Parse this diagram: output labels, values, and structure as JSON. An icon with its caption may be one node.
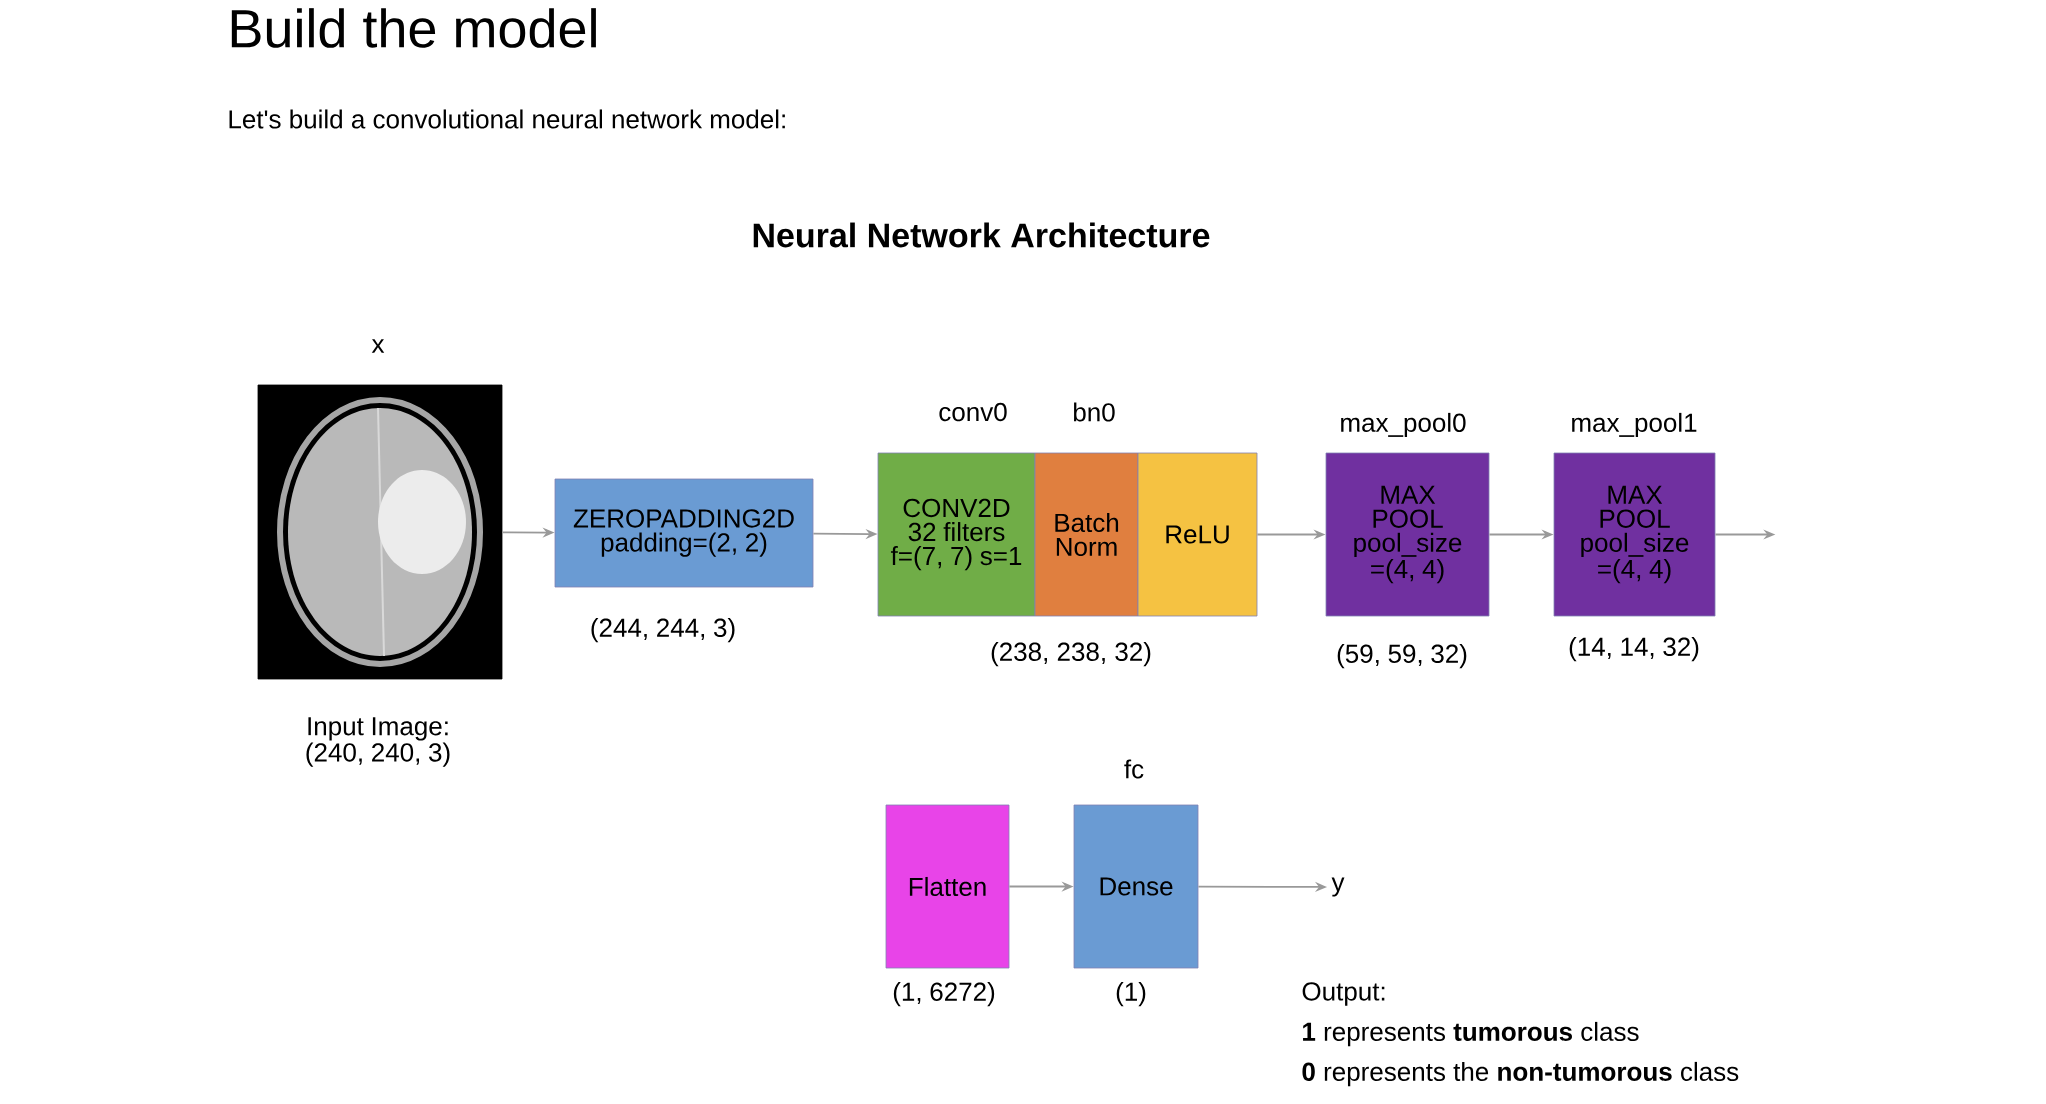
{
  "diagram": {
    "title": "Neural Network Architecture",
    "nodes": [
      {
        "text": [
          "x"
        ],
        "beside": [
          "Input Image: (240, 240, 3)"
        ]
      },
      {
        "text": [
          "ZEROPADDING2D padding=(2, 2)"
        ],
        "beside": [
          "(244, 244, 3)"
        ]
      },
      {
        "text": [
          "conv0",
          "CONV2D 32 filters f=(7, 7) s=1"
        ]
      },
      {
        "text": [
          "bn0",
          "Batch Norm"
        ]
      },
      {
        "text": [
          "ReLU"
        ]
      },
      {
        "text": [
          "max_pool0",
          "MAX POOL pool_size =(4, 4)"
        ],
        "beside": [
          "(59, 59, 32)"
        ]
      },
      {
        "text": [
          "max_pool1",
          "MAX POOL pool_size =(4, 4)"
        ],
        "beside": [
          "(14, 14, 32)"
        ]
      },
      {
        "text": [
          "Flatten"
        ],
        "beside": [
          "(1, 6272)"
        ]
      },
      {
        "text": [
          "fc",
          "Dense"
        ],
        "beside": [
          "(1)"
        ]
      },
      {
        "text": [
          "y"
        ]
      }
    ],
    "edges": [
      {
        "from": 0,
        "to": 1,
        "arrow": "to"
      },
      {
        "from": 1,
        "to": 2,
        "arrow": "to"
      },
      {
        "from": 4,
        "to": 5,
        "arrow": "to"
      },
      {
        "from": 5,
        "to": 6,
        "arrow": "to"
      },
      {
        "from": 6,
        "to": null,
        "arrow": "to"
      },
      {
        "from": 7,
        "to": 8,
        "arrow": "to"
      },
      {
        "from": 8,
        "to": 9,
        "arrow": "to"
      }
    ],
    "labels": [
      "Build the model",
      "Let's build a convolutional neural network model:",
      "(238, 238, 32)",
      "Output:",
      "**1** represents **tumorous** class",
      "**0** represents the **non-tumorous** class"
    ]
  }
}
